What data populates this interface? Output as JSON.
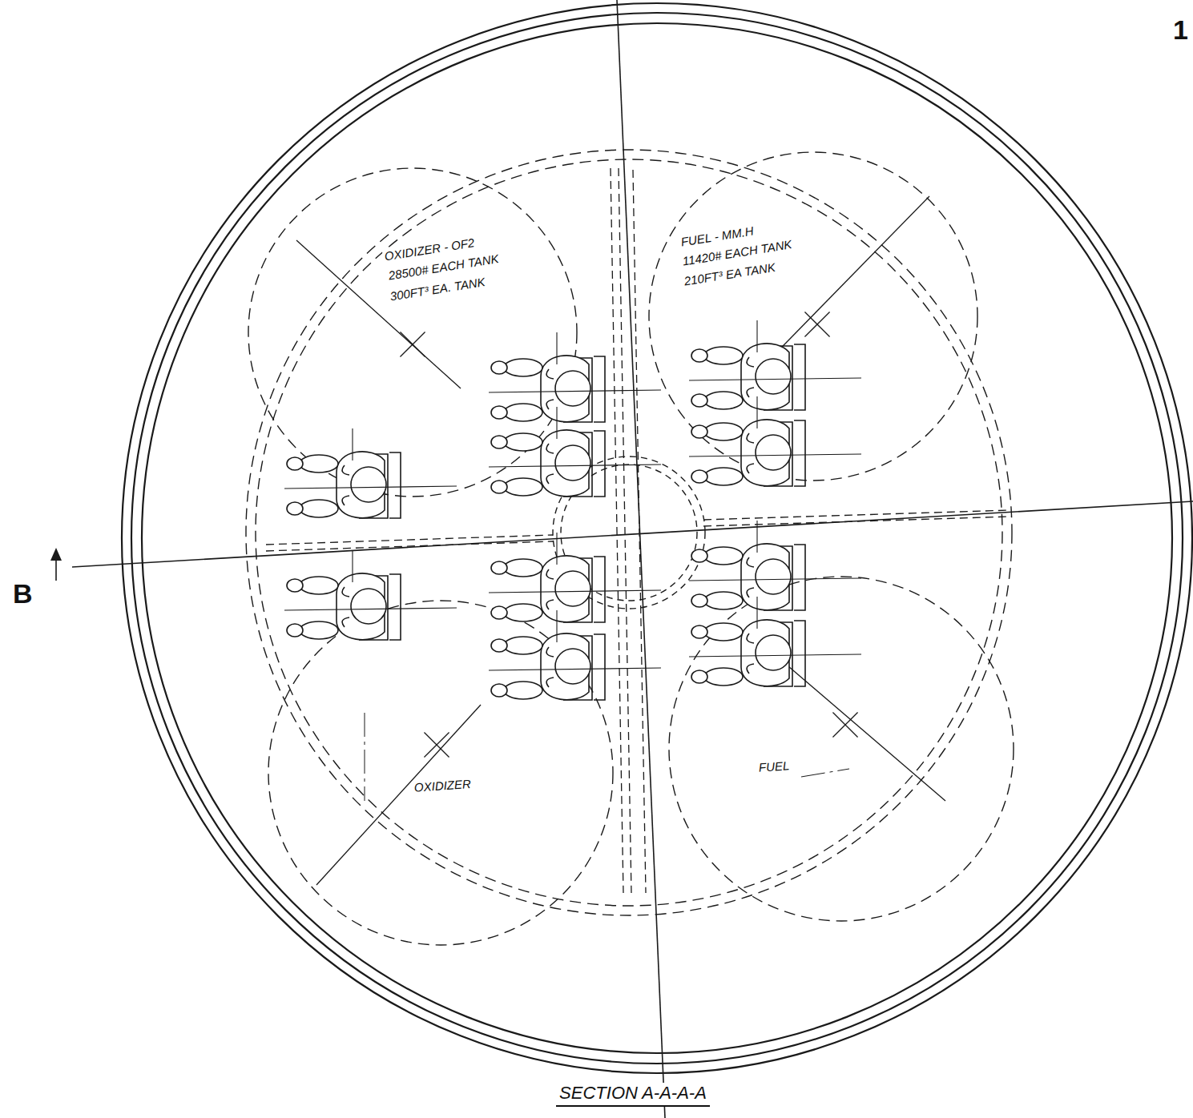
{
  "diagram": {
    "title": "SECTION A-A-A-A",
    "labels": [
      "OXIDIZER - OF2",
      "28500# EACH TANK",
      "300FT³ EA. TANK",
      "FUEL - MM.H",
      "11420# EACH TANK",
      "210FT³ EA TANK",
      "OXIDIZER",
      "FUEL",
      "1",
      "B"
    ]
  }
}
